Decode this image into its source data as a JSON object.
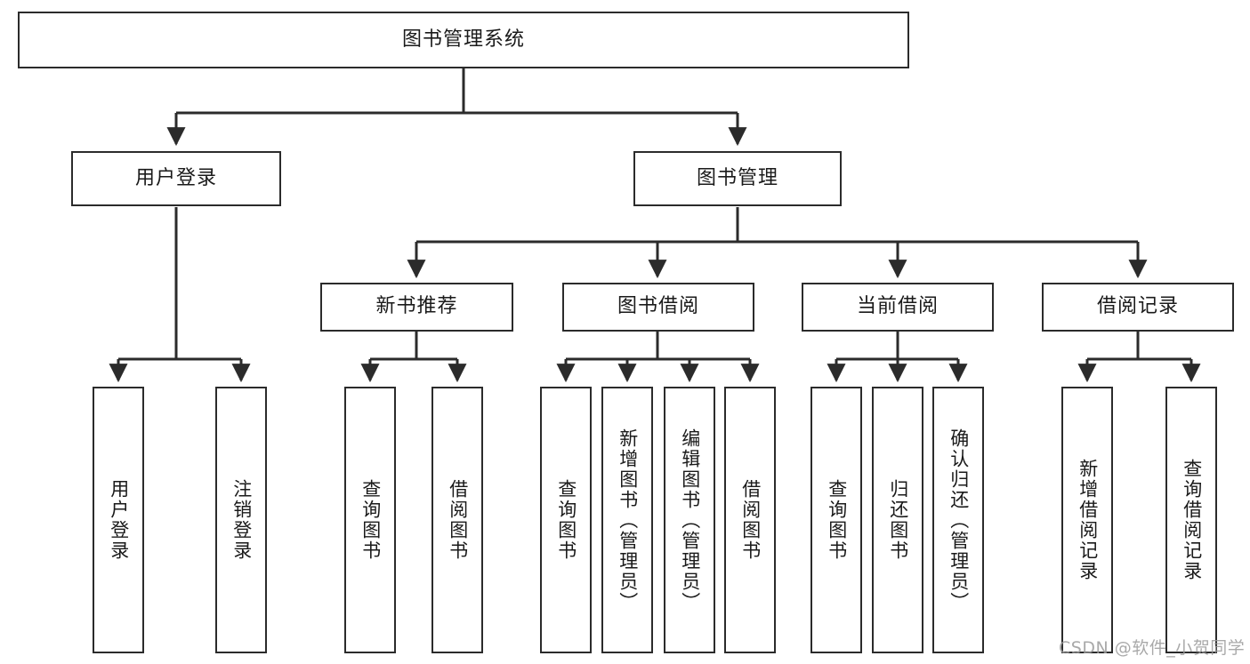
{
  "diagram": {
    "type": "hierarchy-tree",
    "title": "图书管理系统",
    "watermark": "CSDN @软件_小贺同学",
    "colors": {
      "stroke": "#2b2b2b",
      "fill": "#ffffff",
      "text": "#1a1a1a",
      "watermark": "#9b9b9b"
    },
    "nodes": {
      "root": {
        "label": "图书管理系统",
        "level": 1,
        "orientation": "horizontal"
      },
      "l2": [
        {
          "id": "user-login",
          "label": "用户登录",
          "orientation": "horizontal"
        },
        {
          "id": "book-management",
          "label": "图书管理",
          "orientation": "horizontal"
        }
      ],
      "l3": [
        {
          "id": "new-book-recommend",
          "label": "新书推荐",
          "orientation": "horizontal"
        },
        {
          "id": "book-borrow",
          "label": "图书借阅",
          "orientation": "horizontal"
        },
        {
          "id": "current-borrow",
          "label": "当前借阅",
          "orientation": "horizontal"
        },
        {
          "id": "borrow-record",
          "label": "借阅记录",
          "orientation": "horizontal"
        }
      ],
      "leaves": [
        {
          "id": "leaf-user-login",
          "label": "用户登录",
          "parent": "user-login",
          "orientation": "vertical"
        },
        {
          "id": "leaf-logout",
          "label": "注销登录",
          "parent": "user-login",
          "orientation": "vertical"
        },
        {
          "id": "leaf-query-book-1",
          "label": "查询图书",
          "parent": "new-book-recommend",
          "orientation": "vertical"
        },
        {
          "id": "leaf-borrow-book-1",
          "label": "借阅图书",
          "parent": "new-book-recommend",
          "orientation": "vertical"
        },
        {
          "id": "leaf-query-book-2",
          "label": "查询图书",
          "parent": "book-borrow",
          "orientation": "vertical"
        },
        {
          "id": "leaf-add-book",
          "label": "新增图书（管理员）",
          "parent": "book-borrow",
          "orientation": "vertical"
        },
        {
          "id": "leaf-edit-book",
          "label": "编辑图书（管理员）",
          "parent": "book-borrow",
          "orientation": "vertical"
        },
        {
          "id": "leaf-borrow-book-2",
          "label": "借阅图书",
          "parent": "book-borrow",
          "orientation": "vertical"
        },
        {
          "id": "leaf-query-book-3",
          "label": "查询图书",
          "parent": "current-borrow",
          "orientation": "vertical"
        },
        {
          "id": "leaf-return-book",
          "label": "归还图书",
          "parent": "current-borrow",
          "orientation": "vertical"
        },
        {
          "id": "leaf-confirm-return",
          "label": "确认归还（管理员）",
          "parent": "current-borrow",
          "orientation": "vertical"
        },
        {
          "id": "leaf-add-record",
          "label": "新增借阅记录",
          "parent": "borrow-record",
          "orientation": "vertical"
        },
        {
          "id": "leaf-query-record",
          "label": "查询借阅记录",
          "parent": "borrow-record",
          "orientation": "vertical"
        }
      ]
    }
  }
}
